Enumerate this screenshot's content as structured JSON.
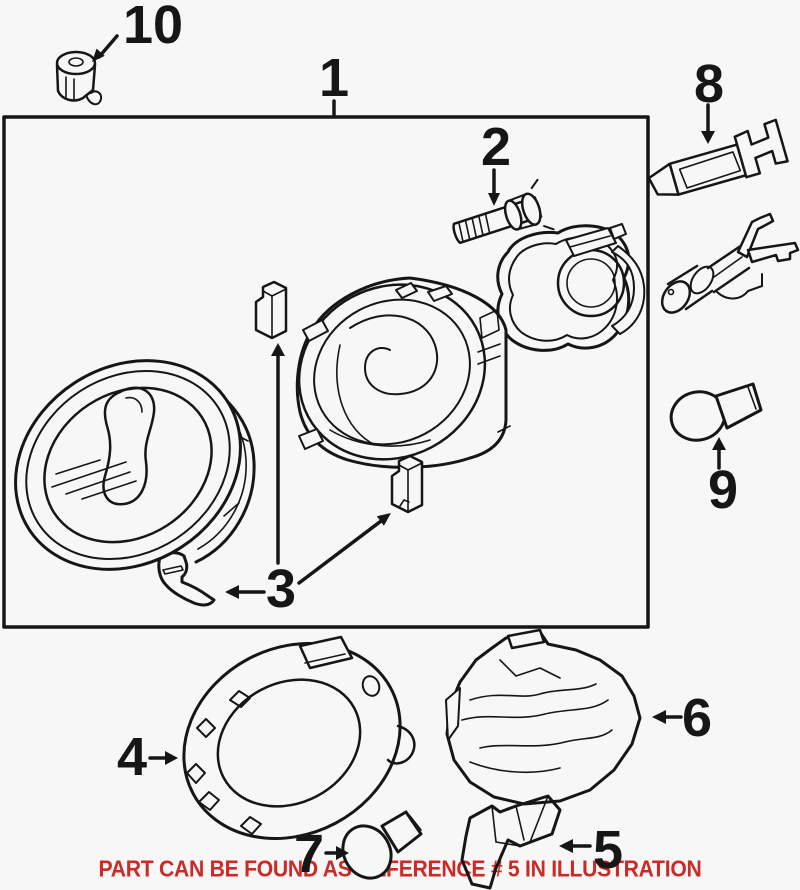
{
  "diagram": {
    "background_color": "#f7f7f7",
    "line_color": "#161616",
    "note": {
      "text": "PART CAN BE FOUND AS REFERENCE # 5 IN ILLUSTRATION",
      "color": "#cc2a26"
    },
    "callouts": [
      {
        "num": "1"
      },
      {
        "num": "2"
      },
      {
        "num": "3"
      },
      {
        "num": "4"
      },
      {
        "num": "5"
      },
      {
        "num": "6"
      },
      {
        "num": "7"
      },
      {
        "num": "8"
      },
      {
        "num": "9"
      },
      {
        "num": "10"
      }
    ]
  }
}
